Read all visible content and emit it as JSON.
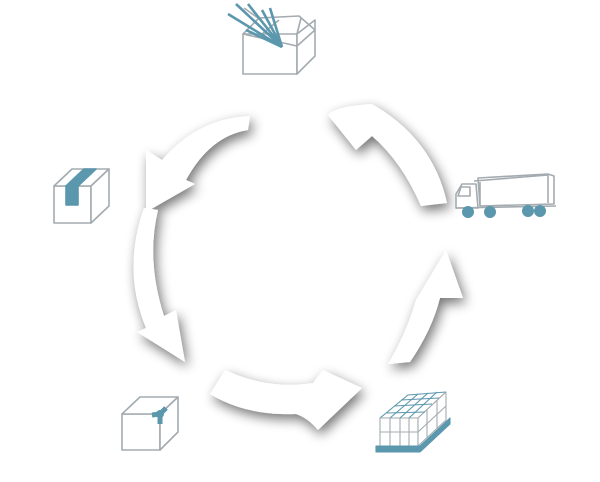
{
  "diagram": {
    "type": "cycle",
    "direction": "clockwise",
    "steps": [
      {
        "id": "open-box",
        "icon": "open-box-icon"
      },
      {
        "id": "truck",
        "icon": "delivery-truck-icon"
      },
      {
        "id": "pallet",
        "icon": "stacked-pallet-icon"
      },
      {
        "id": "corner-box",
        "icon": "corner-protector-box-icon"
      },
      {
        "id": "taped-box",
        "icon": "taped-box-icon"
      }
    ]
  },
  "colors": {
    "outline": "#a3abb0",
    "accent": "#5b97ad",
    "arrow_fill": "#ffffff",
    "arrow_shadow": "#9aa2a8",
    "background": "#ffffff"
  }
}
